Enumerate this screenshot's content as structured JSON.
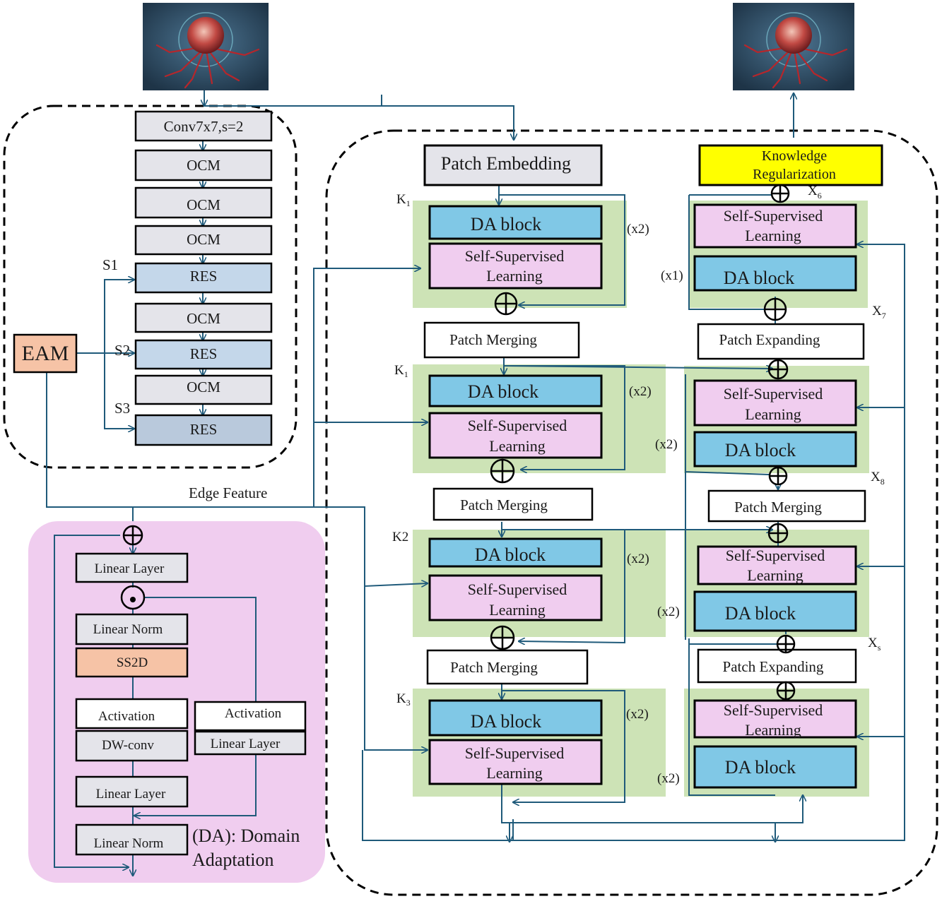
{
  "encoder": {
    "conv": "Conv7x7,s=2",
    "ocm": "OCM",
    "res": "RES",
    "s1": "S1",
    "s2": "S2",
    "s3": "S3",
    "eam": "EAM",
    "edge_feature": "Edge Feature"
  },
  "da_panel": {
    "linear_layer": "Linear Layer",
    "linear_norm": "Linear Norm",
    "ss2d": "SS2D",
    "activation": "Activation",
    "dw_conv": "DW-conv",
    "caption_line1": "(DA): Domain",
    "caption_line2": "Adaptation",
    "dot_symbol": "•",
    "plus_symbol": "⊕"
  },
  "unet": {
    "patch_embedding": "Patch Embedding",
    "knowledge_line1": "Knowledge",
    "knowledge_line2": "Regularization",
    "da_block": "DA block",
    "ssl_line1": "Self-Supervised",
    "ssl_line2": "Learning",
    "patch_merging": "Patch Merging",
    "patch_expanding": "Patch Expanding",
    "x2": "(x2)",
    "x1": "(x1)",
    "k1": "K",
    "k1_sub": "1",
    "k2": "K2",
    "k3": "K",
    "k3_sub": "3",
    "x6": "X",
    "x6_sub": "6",
    "x7": "X",
    "x7_sub": "7",
    "x8": "X",
    "x8_sub": "8",
    "xs": "X",
    "xs_sub": "s"
  },
  "colors": {
    "line": "#1f5a7a",
    "gray_box": "#e4e4ea",
    "res_box": "#c4d7ea",
    "res3_box": "#b9c9dc",
    "eam": "#f6c3a6",
    "da_blue": "#80c8e6",
    "ssl_pink": "#f0cdef",
    "green": "#cde3b6",
    "yellow": "#ffff00",
    "panel_pink": "#f0cdef",
    "ss2d": "#f6c3a6"
  }
}
